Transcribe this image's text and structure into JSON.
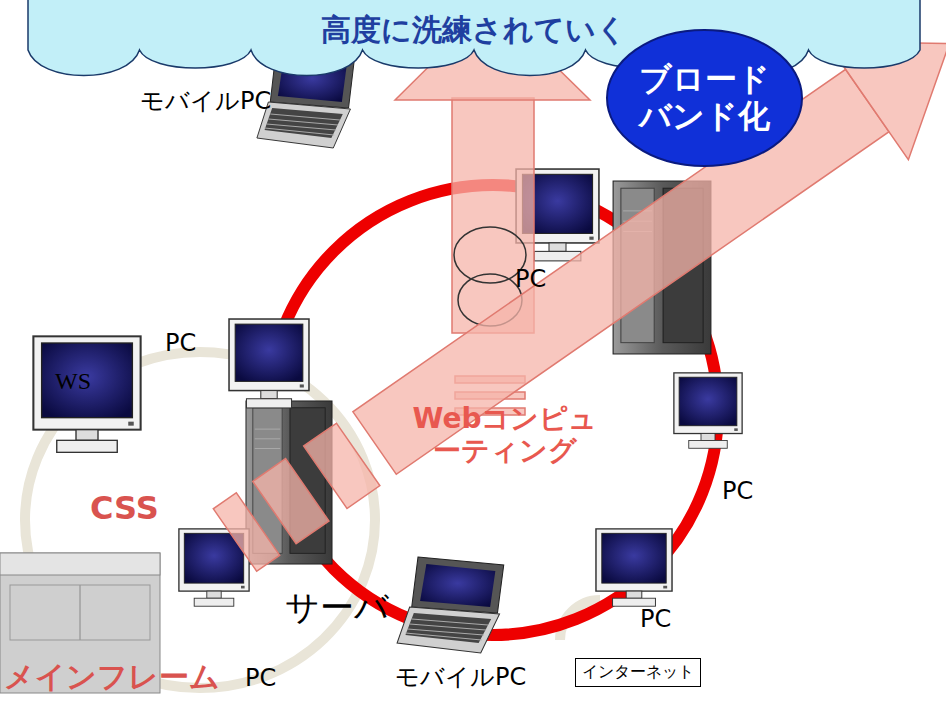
{
  "diagram": {
    "nodes": [
      {
        "text": [
          "高度に洗練されていく"
        ]
      },
      {
        "text": [
          "ブロードバンド化"
        ]
      },
      {
        "text": [
          "インターネット"
        ]
      }
    ],
    "labels": [
      "モバイルPC",
      "PC",
      "PC",
      "WS",
      "Webコンピューティング",
      "CSS",
      "PC",
      "PC",
      "サーバ",
      "PC",
      "モバイルPC",
      "メインフレーム"
    ]
  }
}
